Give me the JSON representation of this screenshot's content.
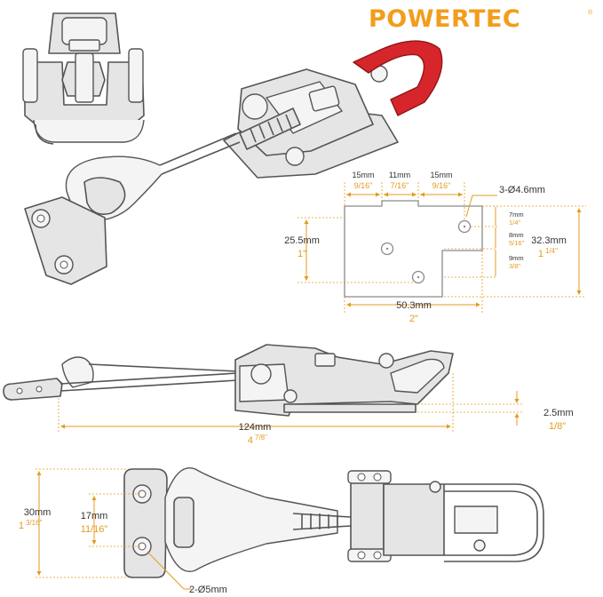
{
  "brand": {
    "name": "POWERTEC",
    "registered_mark": "®",
    "color": "#f29d1c"
  },
  "colors": {
    "dimension": "#e39b1e",
    "text": "#333333",
    "handle_grip": "#d7262b"
  },
  "base_plate": {
    "top_spans": [
      {
        "metric": "15mm",
        "imperial": "9/16\""
      },
      {
        "metric": "11mm",
        "imperial": "7/16\""
      },
      {
        "metric": "15mm",
        "imperial": "9/16\""
      }
    ],
    "hole_callout": "3-Ø4.6mm",
    "left_height": {
      "metric": "25.5mm",
      "imperial": "1\""
    },
    "right_spans": [
      {
        "metric": "7mm",
        "imperial": "1/4\""
      },
      {
        "metric": "8mm",
        "imperial": "5/16\""
      },
      {
        "metric": "9mm",
        "imperial": "3/8\""
      }
    ],
    "total_height": {
      "metric": "32.3mm",
      "imperial_whole": "1",
      "imperial_frac": "1/4\""
    },
    "width": {
      "metric": "50.3mm",
      "imperial": "2\""
    }
  },
  "side_view": {
    "length": {
      "metric": "124mm",
      "imperial_whole": "4",
      "imperial_frac": "7/8\""
    },
    "thickness": {
      "metric": "2.5mm",
      "imperial": "1/8\""
    }
  },
  "top_view": {
    "width": {
      "metric": "30mm",
      "imperial_whole": "1",
      "imperial_frac": "3/16\""
    },
    "hole_spacing": {
      "metric": "17mm",
      "imperial": "11/16\""
    },
    "hole_callout": "2-Ø5mm"
  }
}
